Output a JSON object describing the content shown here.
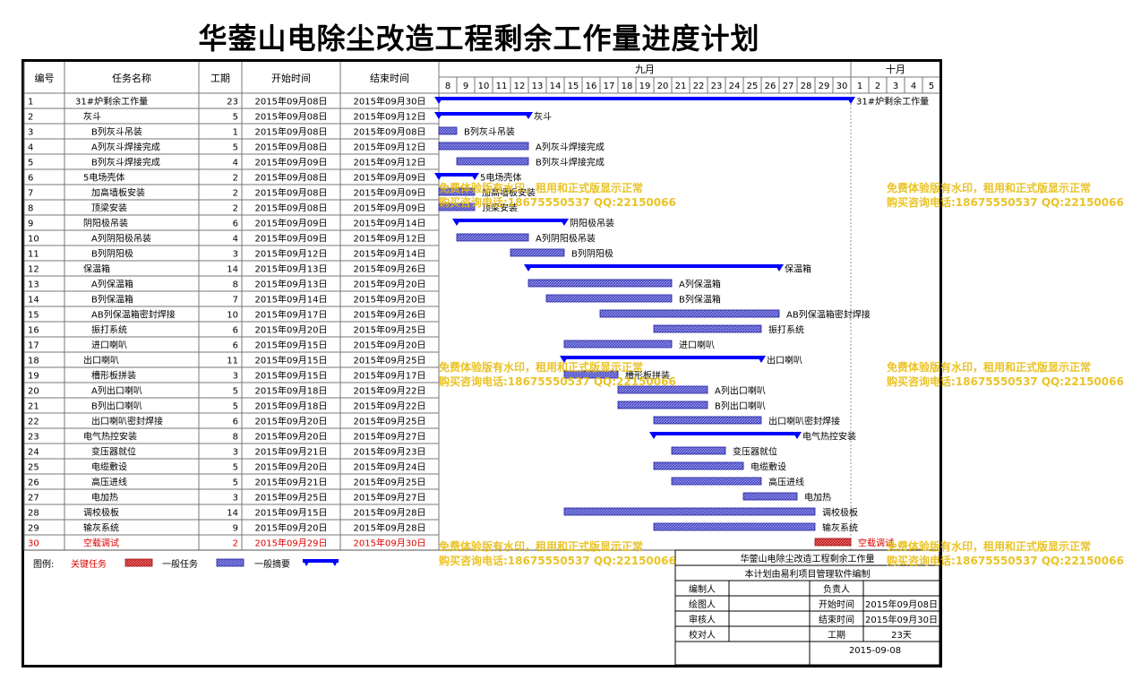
{
  "title": "华蓥山电除尘改造工程剩余工作量进度计划",
  "columns": {
    "id": "编号",
    "name": "任务名称",
    "duration": "工期",
    "start": "开始时间",
    "end": "结束时间"
  },
  "months": [
    {
      "label": "九月"
    },
    {
      "label": "十月"
    }
  ],
  "day_labels": [
    "8",
    "9",
    "10",
    "11",
    "12",
    "13",
    "14",
    "15",
    "16",
    "17",
    "18",
    "19",
    "20",
    "21",
    "22",
    "23",
    "24",
    "25",
    "26",
    "27",
    "28",
    "29",
    "30",
    "1",
    "2",
    "3",
    "4",
    "5"
  ],
  "chart_data": {
    "type": "gantt",
    "title": "华蓥山电除尘改造工程剩余工作量进度计划",
    "x_range": [
      "2015-09-08",
      "2015-10-05"
    ],
    "tasks": [
      {
        "id": "1",
        "name": "31#炉剩余工作量",
        "level": 0,
        "duration": 23,
        "start": "2015年09月08日",
        "end": "2015年09月30日",
        "type": "summary",
        "label": "31#炉剩余工作量",
        "s": "2015-09-08",
        "e": "2015-09-30"
      },
      {
        "id": "2",
        "name": "灰斗",
        "level": 1,
        "duration": 5,
        "start": "2015年09月08日",
        "end": "2015年09月12日",
        "type": "summary",
        "label": "灰斗",
        "s": "2015-09-08",
        "e": "2015-09-12"
      },
      {
        "id": "3",
        "name": "B列灰斗吊装",
        "level": 2,
        "duration": 1,
        "start": "2015年09月08日",
        "end": "2015年09月08日",
        "type": "task",
        "label": "B列灰斗吊装",
        "s": "2015-09-08",
        "e": "2015-09-08"
      },
      {
        "id": "4",
        "name": "A列灰斗焊接完成",
        "level": 2,
        "duration": 5,
        "start": "2015年09月08日",
        "end": "2015年09月12日",
        "type": "task",
        "label": "A列灰斗焊接完成",
        "s": "2015-09-08",
        "e": "2015-09-12"
      },
      {
        "id": "5",
        "name": "B列灰斗焊接完成",
        "level": 2,
        "duration": 4,
        "start": "2015年09月09日",
        "end": "2015年09月12日",
        "type": "task",
        "label": "B列灰斗焊接完成",
        "s": "2015-09-09",
        "e": "2015-09-12"
      },
      {
        "id": "6",
        "name": "5电场壳体",
        "level": 1,
        "duration": 2,
        "start": "2015年09月08日",
        "end": "2015年09月09日",
        "type": "summary",
        "label": "5电场壳体",
        "s": "2015-09-08",
        "e": "2015-09-09"
      },
      {
        "id": "7",
        "name": "加高墙板安装",
        "level": 2,
        "duration": 2,
        "start": "2015年09月08日",
        "end": "2015年09月09日",
        "type": "task",
        "label": "加高墙板安装",
        "s": "2015-09-08",
        "e": "2015-09-09"
      },
      {
        "id": "8",
        "name": "顶梁安装",
        "level": 2,
        "duration": 2,
        "start": "2015年09月08日",
        "end": "2015年09月09日",
        "type": "task",
        "label": "顶梁安装",
        "s": "2015-09-08",
        "e": "2015-09-09"
      },
      {
        "id": "9",
        "name": "阴阳极吊装",
        "level": 1,
        "duration": 6,
        "start": "2015年09月09日",
        "end": "2015年09月14日",
        "type": "summary",
        "label": "阴阳极吊装",
        "s": "2015-09-09",
        "e": "2015-09-14"
      },
      {
        "id": "10",
        "name": "A列阴阳极吊装",
        "level": 2,
        "duration": 4,
        "start": "2015年09月09日",
        "end": "2015年09月12日",
        "type": "task",
        "label": "A列阴阳极吊装",
        "s": "2015-09-09",
        "e": "2015-09-12"
      },
      {
        "id": "11",
        "name": "B列阴阳极",
        "level": 2,
        "duration": 3,
        "start": "2015年09月12日",
        "end": "2015年09月14日",
        "type": "task",
        "label": "B列阴阳极",
        "s": "2015-09-12",
        "e": "2015-09-14"
      },
      {
        "id": "12",
        "name": "保温箱",
        "level": 1,
        "duration": 14,
        "start": "2015年09月13日",
        "end": "2015年09月26日",
        "type": "summary",
        "label": "保温箱",
        "s": "2015-09-13",
        "e": "2015-09-26"
      },
      {
        "id": "13",
        "name": "A列保温箱",
        "level": 2,
        "duration": 8,
        "start": "2015年09月13日",
        "end": "2015年09月20日",
        "type": "task",
        "label": "A列保温箱",
        "s": "2015-09-13",
        "e": "2015-09-20"
      },
      {
        "id": "14",
        "name": "B列保温箱",
        "level": 2,
        "duration": 7,
        "start": "2015年09月14日",
        "end": "2015年09月20日",
        "type": "task",
        "label": "B列保温箱",
        "s": "2015-09-14",
        "e": "2015-09-20"
      },
      {
        "id": "15",
        "name": "AB列保温箱密封焊接",
        "level": 2,
        "duration": 10,
        "start": "2015年09月17日",
        "end": "2015年09月26日",
        "type": "task",
        "label": "AB列保温箱密封焊接",
        "s": "2015-09-17",
        "e": "2015-09-26"
      },
      {
        "id": "16",
        "name": "振打系统",
        "level": 2,
        "duration": 6,
        "start": "2015年09月20日",
        "end": "2015年09月25日",
        "type": "task",
        "label": "振打系统",
        "s": "2015-09-20",
        "e": "2015-09-25"
      },
      {
        "id": "17",
        "name": "进口喇叭",
        "level": 2,
        "duration": 6,
        "start": "2015年09月15日",
        "end": "2015年09月20日",
        "type": "task",
        "label": "进口喇叭",
        "s": "2015-09-15",
        "e": "2015-09-20"
      },
      {
        "id": "18",
        "name": "出口喇叭",
        "level": 1,
        "duration": 11,
        "start": "2015年09月15日",
        "end": "2015年09月25日",
        "type": "summary",
        "label": "出口喇叭",
        "s": "2015-09-15",
        "e": "2015-09-25"
      },
      {
        "id": "19",
        "name": "槽形板拼装",
        "level": 2,
        "duration": 3,
        "start": "2015年09月15日",
        "end": "2015年09月17日",
        "type": "task",
        "label": "槽形板拼装",
        "s": "2015-09-15",
        "e": "2015-09-17"
      },
      {
        "id": "20",
        "name": "A列出口喇叭",
        "level": 2,
        "duration": 5,
        "start": "2015年09月18日",
        "end": "2015年09月22日",
        "type": "task",
        "label": "A列出口喇叭",
        "s": "2015-09-18",
        "e": "2015-09-22"
      },
      {
        "id": "21",
        "name": "B列出口喇叭",
        "level": 2,
        "duration": 5,
        "start": "2015年09月18日",
        "end": "2015年09月22日",
        "type": "task",
        "label": "B列出口喇叭",
        "s": "2015-09-18",
        "e": "2015-09-22"
      },
      {
        "id": "22",
        "name": "出口喇叭密封焊接",
        "level": 2,
        "duration": 6,
        "start": "2015年09月20日",
        "end": "2015年09月25日",
        "type": "task",
        "label": "出口喇叭密封焊接",
        "s": "2015-09-20",
        "e": "2015-09-25"
      },
      {
        "id": "23",
        "name": "电气热控安装",
        "level": 1,
        "duration": 8,
        "start": "2015年09月20日",
        "end": "2015年09月27日",
        "type": "summary",
        "label": "电气热控安装",
        "s": "2015-09-20",
        "e": "2015-09-27"
      },
      {
        "id": "24",
        "name": "变压器就位",
        "level": 2,
        "duration": 3,
        "start": "2015年09月21日",
        "end": "2015年09月23日",
        "type": "task",
        "label": "变压器就位",
        "s": "2015-09-21",
        "e": "2015-09-23"
      },
      {
        "id": "25",
        "name": "电缆敷设",
        "level": 2,
        "duration": 5,
        "start": "2015年09月20日",
        "end": "2015年09月24日",
        "type": "task",
        "label": "电缆敷设",
        "s": "2015-09-20",
        "e": "2015-09-24"
      },
      {
        "id": "26",
        "name": "高压进线",
        "level": 2,
        "duration": 5,
        "start": "2015年09月21日",
        "end": "2015年09月25日",
        "type": "task",
        "label": "高压进线",
        "s": "2015-09-21",
        "e": "2015-09-25"
      },
      {
        "id": "27",
        "name": "电加热",
        "level": 2,
        "duration": 3,
        "start": "2015年09月25日",
        "end": "2015年09月27日",
        "type": "task",
        "label": "电加热",
        "s": "2015-09-25",
        "e": "2015-09-27"
      },
      {
        "id": "28",
        "name": "调校极板",
        "level": 1,
        "duration": 14,
        "start": "2015年09月15日",
        "end": "2015年09月28日",
        "type": "task",
        "label": "调校极板",
        "s": "2015-09-15",
        "e": "2015-09-28"
      },
      {
        "id": "29",
        "name": "输灰系统",
        "level": 1,
        "duration": 9,
        "start": "2015年09月20日",
        "end": "2015年09月28日",
        "type": "task",
        "label": "输灰系统",
        "s": "2015-09-20",
        "e": "2015-09-28"
      },
      {
        "id": "30",
        "name": "空载调试",
        "level": 1,
        "duration": 2,
        "start": "2015年09月29日",
        "end": "2015年09月30日",
        "type": "critical",
        "label": "空载调试",
        "s": "2015-09-29",
        "e": "2015-09-30"
      }
    ]
  },
  "legend": {
    "title": "图例:",
    "critical": "关键任务",
    "task": "一般任务",
    "summary": "一般摘要"
  },
  "info": {
    "project": "华蓥山电除尘改造工程剩余工作量",
    "note": "本计划由易利项目管理软件编制",
    "rows": [
      [
        "编制人",
        "",
        "负责人",
        ""
      ],
      [
        "绘图人",
        "",
        "开始时间",
        "2015年09月08日"
      ],
      [
        "审核人",
        "",
        "结束时间",
        "2015年09月30日"
      ],
      [
        "校对人",
        "",
        "工期",
        "23天"
      ]
    ],
    "date": "2015-09-08"
  },
  "watermark": {
    "line1": "免费体验版有水印，租用和正式版显示正常",
    "line2": "购买咨询电话:18675550537 QQ:22150066"
  },
  "colors": {
    "summary": "#0000ff",
    "task_fill": "#7a7ae0",
    "critical_fill": "#e04040",
    "critical_text": "#dd0000",
    "grid": "#777777",
    "watermark": "#e6b800"
  }
}
